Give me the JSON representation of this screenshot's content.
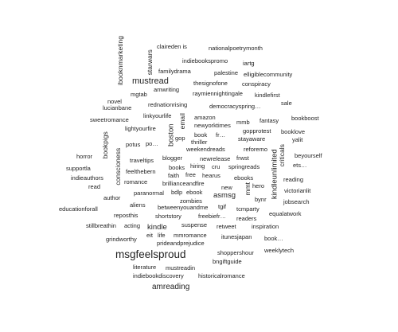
{
  "cloud": {
    "words": [
      "claireden is",
      "nationalpoetrymonth",
      "ibooknmarketing",
      "starwars",
      "indiebookspromo",
      "iartg",
      "familydrama",
      "palestine",
      "elligiblecommunity",
      "mustread",
      "thesignofone",
      "conspiracy",
      "amwriting",
      "raymiennightingale",
      "kindlefirst",
      "mgtab",
      "novel",
      "rednationrising",
      "democracyspring…",
      "sale",
      "lucianbane",
      "linkyourlife",
      "amazon",
      "bookboost",
      "sweetromance",
      "mmb",
      "fantasy",
      "lightyourfire",
      "newyorktimes",
      "gopprotest",
      "booklove",
      "boston",
      "gop",
      "thriller",
      "book",
      "fr…",
      "stayaware",
      "yalit",
      "potus",
      "po…",
      "bookpigs",
      "email",
      "weekendreads",
      "reforemo",
      "criticals",
      "beyourself",
      "horror",
      "blogger",
      "newrelease",
      "frwst",
      "ets…",
      "supportla",
      "traveltips",
      "books",
      "hiring",
      "cru",
      "springreads",
      "reading",
      "indieauthors",
      "conscioness",
      "feelthebern",
      "faith",
      "free",
      "hearus",
      "ebooks",
      "hero",
      "kindleunlimited",
      "read",
      "romance",
      "brillianceandfire",
      "mmt",
      "new",
      "victorianlit",
      "author",
      "paranormal",
      "bdlp",
      "ebook",
      "asmsg",
      "bynr",
      "jobsearch",
      "educationforall",
      "aliens",
      "zombies",
      "betweenyouandme",
      "tgif",
      "tcmparty",
      "equalatwork",
      "reposthis",
      "shortstory",
      "freebiefr…",
      "readers",
      "stillbreathin",
      "acting",
      "kindle",
      "suspense",
      "retweet",
      "inspiration",
      "grindworthy",
      "eit",
      "life",
      "mmromance",
      "itunesjapan",
      "book…",
      "prideandprejudice",
      "shoppershour",
      "weeklytech",
      "msgfeelsproud",
      "bngiftguide",
      "literature",
      "mustreadin",
      "indiebookdiscovery",
      "historicalromance",
      "amreading"
    ]
  }
}
